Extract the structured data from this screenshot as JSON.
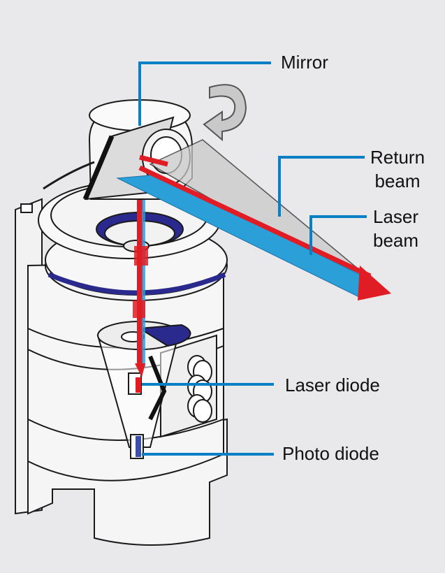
{
  "labels": {
    "mirror": "Mirror",
    "return_beam_1": "Return",
    "return_beam_2": "beam",
    "laser_beam_1": "Laser",
    "laser_beam_2": "beam",
    "laser_diode": "Laser diode",
    "photo_diode": "Photo diode"
  },
  "colors": {
    "background": "#e9e9eb",
    "leader_line": "#0b7fc6",
    "laser_beam": "#e01d25",
    "return_beam": "#2b9fd8",
    "housing_accent": "#2a2a8e",
    "outline": "#1a1a1a"
  }
}
